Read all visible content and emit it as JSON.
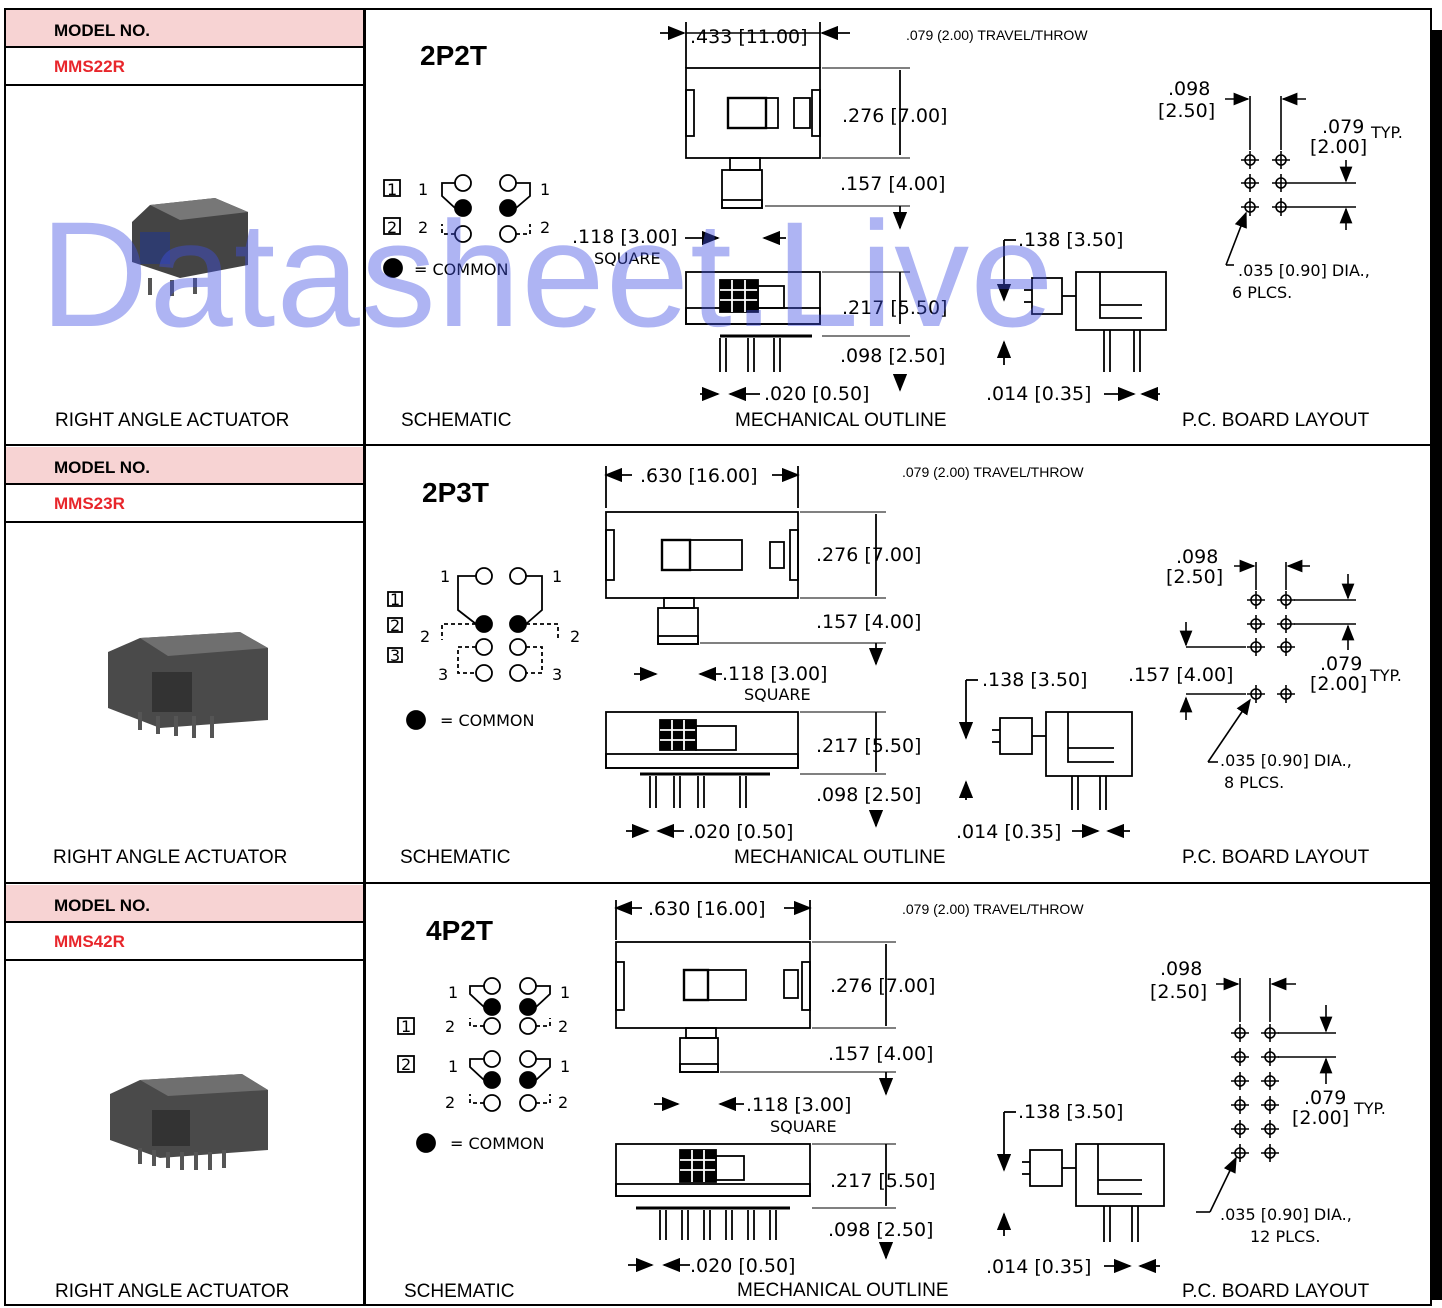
{
  "rows": [
    {
      "model_label": "MODEL NO.",
      "model_number": "MMS22R",
      "actuator_caption": "RIGHT ANGLE ACTUATOR",
      "type": "2P2T",
      "travel": ".079 (2.00) TRAVEL/THROW",
      "schematic_caption": "SCHEMATIC",
      "mechanical_caption": "MECHANICAL OUTLINE",
      "pcb_caption": "P.C. BOARD LAYOUT",
      "width_dim": ".433  [11.00]",
      "height_dim": ".276  [7.00]",
      "actuator_dim": ".157  [4.00]",
      "square_dim": ".118  [3.00]",
      "square_label": "SQUARE",
      "body_dim": ".217  [5.50]",
      "pin_dim": ".098  [2.50]",
      "pin_width_dim": ".020  [0.50]",
      "side_dim": ".138  [3.50]",
      "side_pin_dim": ".014  [0.35]",
      "pcb_pitch": ".098",
      "pcb_pitch_mm": "[2.50]",
      "pcb_typ": ".079",
      "pcb_typ_mm": "[2.00]",
      "pcb_typ_label": "TYP.",
      "pcb_hole": ".035  [0.90]  DIA.,",
      "pcb_count": "6  PLCS.",
      "common_label": "=  COMMON"
    },
    {
      "model_label": "MODEL NO.",
      "model_number": "MMS23R",
      "actuator_caption": "RIGHT ANGLE  ACTUATOR",
      "type": "2P3T",
      "travel": ".079 (2.00) TRAVEL/THROW",
      "schematic_caption": "SCHEMATIC",
      "mechanical_caption": "MECHANICAL OUTLINE",
      "pcb_caption": "P.C. BOARD LAYOUT",
      "width_dim": ".630  [16.00]",
      "height_dim": ".276  [7.00]",
      "actuator_dim": ".157  [4.00]",
      "square_dim": ".118  [3.00]",
      "square_label": "SQUARE",
      "body_dim": ".217  [5.50]",
      "pin_dim": ".098  [2.50]",
      "pin_width_dim": ".020  [0.50]",
      "side_dim": ".138  [3.50]",
      "side_pin_dim": ".014  [0.35]",
      "pcb_pitch": ".098",
      "pcb_pitch_mm": "[2.50]",
      "pcb_extra": ".157  [4.00]",
      "pcb_typ": ".079",
      "pcb_typ_mm": "[2.00]",
      "pcb_typ_label": "TYP.",
      "pcb_hole": ".035  [0.90] DIA.,",
      "pcb_count": "8  PLCS.",
      "common_label": "=  COMMON"
    },
    {
      "model_label": "MODEL NO.",
      "model_number": "MMS42R",
      "actuator_caption": "RIGHT ANGLE ACTUATOR",
      "type": "4P2T",
      "travel": ".079 (2.00) TRAVEL/THROW",
      "schematic_caption": "SCHEMATIC",
      "mechanical_caption": "MECHANICAL OUTLINE",
      "pcb_caption": "P.C. BOARD LAYOUT",
      "width_dim": ".630  [16.00]",
      "height_dim": ".276  [7.00]",
      "actuator_dim": ".157  [4.00]",
      "square_dim": ".118  [3.00]",
      "square_label": "SQUARE",
      "body_dim": ".217  [5.50]",
      "pin_dim": ".098  [2.50]",
      "pin_width_dim": ".020  [0.50]",
      "side_dim": ".138  [3.50]",
      "side_pin_dim": ".014  [0.35]",
      "pcb_pitch": ".098",
      "pcb_pitch_mm": "[2.50]",
      "pcb_typ": ".079",
      "pcb_typ_mm": "[2.00]",
      "pcb_typ_label": "TYP.",
      "pcb_hole": ".035  [0.90]  DIA.,",
      "pcb_count": "12  PLCS.",
      "common_label": "=  COMMON"
    }
  ],
  "watermark": "Datasheet.Live",
  "photo_color": "#3a3a3a",
  "model_header_bg": "#f7d3d3",
  "model_number_color": "#e8262b"
}
